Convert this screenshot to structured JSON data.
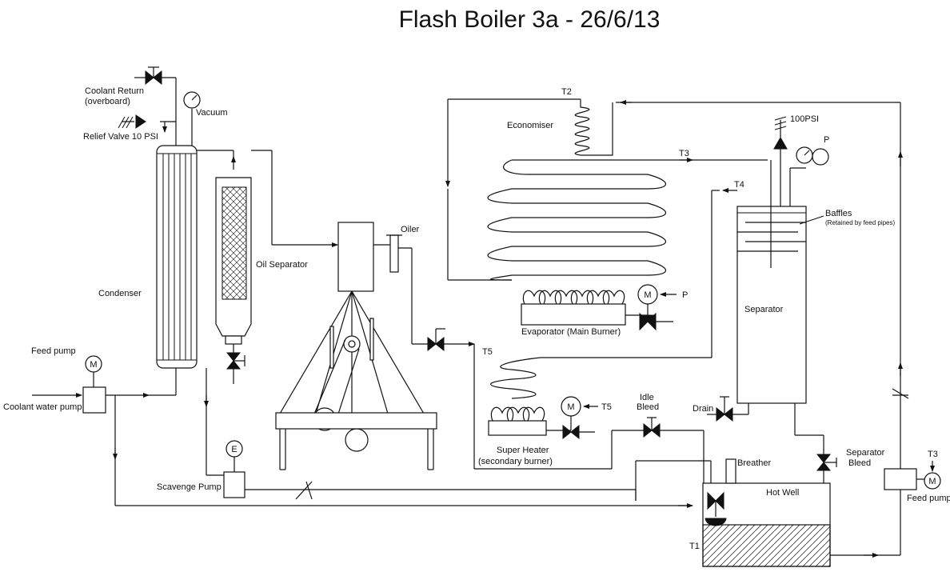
{
  "title": "Flash Boiler 3a  - 26/6/13",
  "labels": {
    "coolant_return": "Coolant Return",
    "overboard": "(overboard)",
    "vacuum": "Vacuum",
    "relief_valve": "Relief Valve 10 PSI",
    "condenser": "Condenser",
    "oil_separator": "Oil Separator",
    "feed_pump_left": "Feed pump",
    "coolant_water_pump": "Coolant water pump",
    "scavenge_pump": "Scavenge Pump",
    "oiler": "Oiler",
    "economiser": "Economiser",
    "evaporator": "Evaporator (Main Burner)",
    "super_heater": "Super Heater",
    "secondary_burner": "(secondary burner)",
    "idle": "Idle",
    "bleed": "Bleed",
    "drain": "Drain",
    "breather": "Breather",
    "hot_well": "Hot Well",
    "separator": "Separator",
    "separator_bleed_1": "Separator",
    "separator_bleed_2": "Bleed",
    "baffles": "Baffles",
    "baffles_note": "(Retained by feed pipes)",
    "psi_100": "100PSI",
    "feed_pump_right": "Feed pump",
    "t1": "T1",
    "t2": "T2",
    "t3": "T3",
    "t3_pump": "T3",
    "t4": "T4",
    "t5": "T5",
    "t5_burner": "T5",
    "p_gauge": "P",
    "p_burner": "P",
    "motor": "M",
    "motor_e": "E"
  }
}
